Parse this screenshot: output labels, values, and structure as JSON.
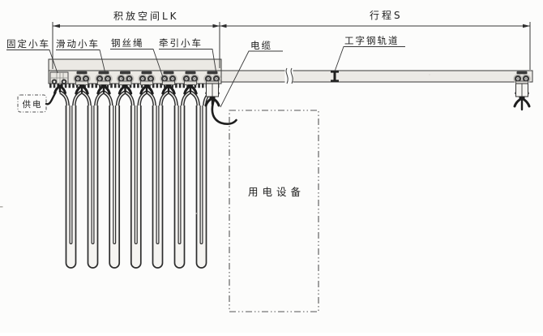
{
  "figure": {
    "type": "festoon-cable-trolley-system-diagram",
    "dimension_labels": {
      "accumulation_space": "积放空间LK",
      "travel": "行程S"
    },
    "part_labels": {
      "fixed_trolley": "固定小车",
      "sliding_trolley": "滑动小车",
      "wire_rope": "钢丝绳",
      "traction_trolley": "牵引小车",
      "cable": "电缆",
      "i_beam_track": "工字钢轨道",
      "power_supply": "供电",
      "electrical_equipment": "用电设备"
    },
    "counts": {
      "trolleys_on_track": 8,
      "cable_loops": 7
    },
    "colors": {
      "ink": "#2d2d2d",
      "track_fill": "#ebe9e4",
      "wheel_halo": "#c7c5c0",
      "paper": "#fcfcfb"
    }
  }
}
